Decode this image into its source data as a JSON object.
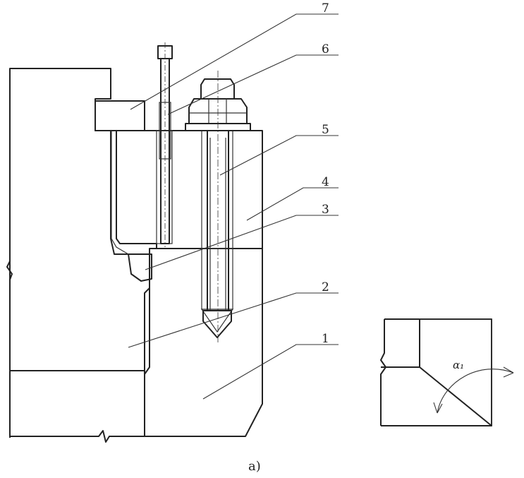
{
  "part_labels": {
    "p1": "1",
    "p2": "2",
    "p3": "3",
    "p4": "4",
    "p5": "5",
    "p6": "6",
    "p7": "7"
  },
  "caption": "a)",
  "detail_angle_label": "α₁"
}
